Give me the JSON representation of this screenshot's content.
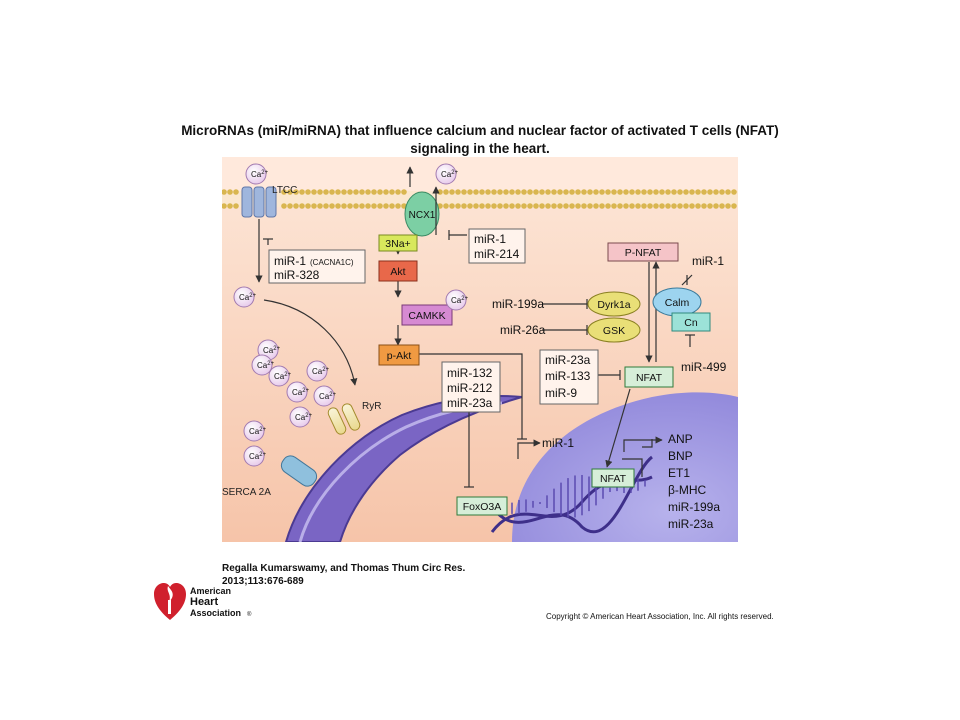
{
  "title": "MicroRNAs (miR/miRNA) that influence calcium and nuclear factor of activated T cells (NFAT) signaling in the heart.",
  "citation": {
    "line1": "Regalla Kumarswamy, and Thomas Thum Circ Res.",
    "line2": "2013;113:676-689"
  },
  "copyright": "Copyright © American Heart Association, Inc. All rights reserved.",
  "logo": {
    "line1": "American",
    "line2": "Heart",
    "line3": "Association",
    "mark": "®"
  },
  "diagram": {
    "ion": "Ca2+",
    "ca_base": "Ca",
    "ca_sup": "2+",
    "channels": {
      "ltcc": "LTCC",
      "ncx1": "NCX1",
      "ryr": "RyR",
      "serca": "SERCA 2A"
    },
    "boxes": {
      "na": "3Na+",
      "akt": "Akt",
      "camkk": "CAMKK",
      "pakt": "p-Akt",
      "pnfat": "P-NFAT",
      "dyrk": "Dyrk1a",
      "gsk": "GSK",
      "calm": "Calm",
      "cn": "Cn",
      "nfat_cyto": "NFAT",
      "nfat_nuc": "NFAT",
      "foxo": "FoxO3A"
    },
    "mirnas": {
      "ltcc_box": [
        "miR-1",
        "(CACNA1C)",
        "miR-328"
      ],
      "ncx_box": [
        "miR-1",
        "miR-214"
      ],
      "pakt_box": [
        "miR-132",
        "miR-212",
        "miR-23a"
      ],
      "nfat_box": [
        "miR-23a",
        "miR-133",
        "miR-9"
      ],
      "mir199a": "miR-199a",
      "mir26a": "miR-26a",
      "mir1_calm": "miR-1",
      "mir499": "miR-499",
      "mir1_nuc": "miR-1"
    },
    "targets": [
      "ANP",
      "BNP",
      "ET1",
      "β-MHC",
      "miR-199a",
      "miR-23a"
    ]
  }
}
